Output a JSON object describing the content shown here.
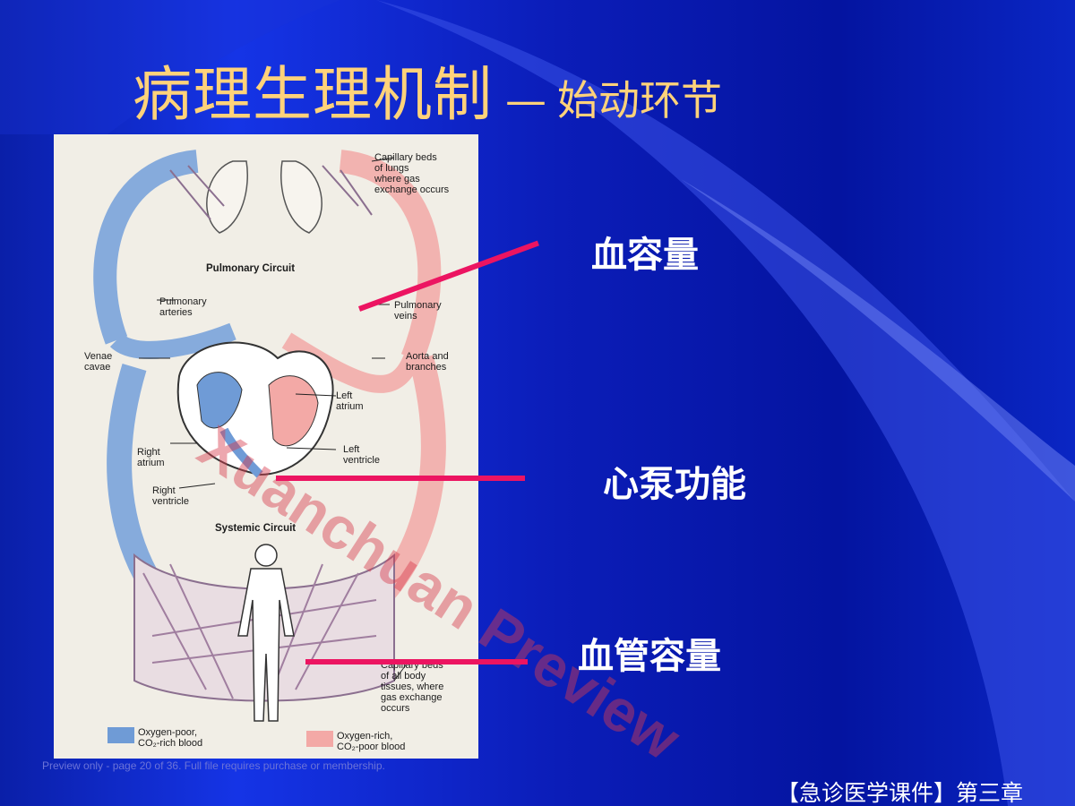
{
  "slide": {
    "title_main": "病理生理机制",
    "title_dash": "—",
    "title_sub": "始动环节",
    "factors": [
      {
        "label": "血容量"
      },
      {
        "label": "心泵功能"
      },
      {
        "label": "血管容量"
      }
    ],
    "footer": "【急诊医学课件】第三章",
    "preview_note": "Preview only - page 20 of 36. Full file requires purchase or membership.",
    "colors": {
      "title": "#ffd27a",
      "factor_text": "#ffffff",
      "pointer_line": "#ec1461",
      "background": "#0b1db8",
      "oxygen_poor": "#6f9bd6",
      "oxygen_rich": "#f3a9a6"
    }
  },
  "diagram": {
    "labels": {
      "capillary_lungs": "Capillary beds\nof lungs\nwhere gas\nexchange occurs",
      "pulmonary_circuit": "Pulmonary Circuit",
      "pulmonary_arteries": "Pulmonary\narteries",
      "pulmonary_veins": "Pulmonary\nveins",
      "venae_cavae": "Venae\ncavae",
      "aorta": "Aorta and\nbranches",
      "left_atrium": "Left\natrium",
      "left_ventricle": "Left\nventricle",
      "right_atrium": "Right\natrium",
      "right_ventricle": "Right\nventricle",
      "systemic_circuit": "Systemic Circuit",
      "capillary_body": "Capillary beds\nof all body\ntissues, where\ngas exchange\noccurs",
      "legend_poor": "Oxygen-poor,\nCO₂-rich blood",
      "legend_rich": "Oxygen-rich,\nCO₂-poor blood"
    },
    "watermark": "Xuanchuan Preview"
  }
}
